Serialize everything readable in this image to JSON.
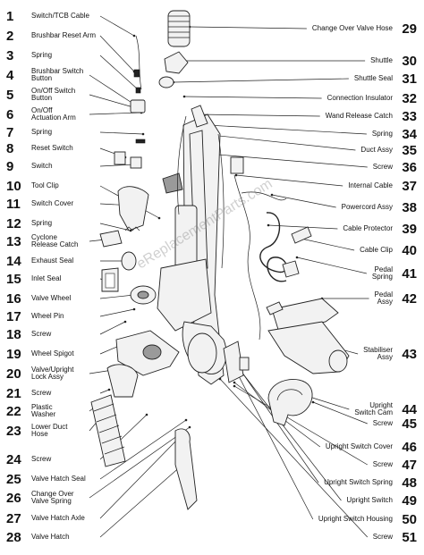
{
  "watermark": "eReplacementParts.com",
  "parts_left": [
    {
      "num": "1",
      "name": "Switch/TCB Cable"
    },
    {
      "num": "2",
      "name": "Brushbar Reset Arm"
    },
    {
      "num": "3",
      "name": "Spring"
    },
    {
      "num": "4",
      "name": "Brushbar Switch\nButton"
    },
    {
      "num": "5",
      "name": "On/Off Switch\nButton"
    },
    {
      "num": "6",
      "name": "On/Off\nActuation Arm"
    },
    {
      "num": "7",
      "name": "Spring"
    },
    {
      "num": "8",
      "name": "Reset Switch"
    },
    {
      "num": "9",
      "name": "Switch"
    },
    {
      "num": "10",
      "name": "Tool Clip"
    },
    {
      "num": "11",
      "name": "Switch Cover"
    },
    {
      "num": "12",
      "name": "Spring"
    },
    {
      "num": "13",
      "name": "Cyclone\nRelease Catch"
    },
    {
      "num": "14",
      "name": "Exhaust Seal"
    },
    {
      "num": "15",
      "name": "Inlet Seal"
    },
    {
      "num": "16",
      "name": "Valve Wheel"
    },
    {
      "num": "17",
      "name": "Wheel Pin"
    },
    {
      "num": "18",
      "name": "Screw"
    },
    {
      "num": "19",
      "name": "Wheel Spigot"
    },
    {
      "num": "20",
      "name": "Valve/Upright\nLock Assy"
    },
    {
      "num": "21",
      "name": "Screw"
    },
    {
      "num": "22",
      "name": "Plastic\nWasher"
    },
    {
      "num": "23",
      "name": "Lower Duct\nHose"
    },
    {
      "num": "24",
      "name": "Screw"
    },
    {
      "num": "25",
      "name": "Valve Hatch Seal"
    },
    {
      "num": "26",
      "name": "Change Over\nValve Spring"
    },
    {
      "num": "27",
      "name": "Valve Hatch Axle"
    },
    {
      "num": "28",
      "name": "Valve Hatch"
    }
  ],
  "parts_right": [
    {
      "num": "29",
      "name": "Change Over Valve Hose"
    },
    {
      "num": "30",
      "name": "Shuttle"
    },
    {
      "num": "31",
      "name": "Shuttle Seal"
    },
    {
      "num": "32",
      "name": "Connection Insulator"
    },
    {
      "num": "33",
      "name": "Wand Release Catch"
    },
    {
      "num": "34",
      "name": "Spring"
    },
    {
      "num": "35",
      "name": "Duct Assy"
    },
    {
      "num": "36",
      "name": "Screw"
    },
    {
      "num": "37",
      "name": "Internal Cable"
    },
    {
      "num": "38",
      "name": "Powercord Assy"
    },
    {
      "num": "39",
      "name": "Cable Protector"
    },
    {
      "num": "40",
      "name": "Cable Clip"
    },
    {
      "num": "41",
      "name": "Pedal\nSpring"
    },
    {
      "num": "42",
      "name": "Pedal\nAssy"
    },
    {
      "num": "43",
      "name": "Stabiliser\nAssy"
    },
    {
      "num": "44",
      "name": "Upright\nSwitch Cam"
    },
    {
      "num": "45",
      "name": "Screw"
    },
    {
      "num": "46",
      "name": "Upright Switch Cover"
    },
    {
      "num": "47",
      "name": "Screw"
    },
    {
      "num": "48",
      "name": "Upright Switch Spring"
    },
    {
      "num": "49",
      "name": "Upright Switch"
    },
    {
      "num": "50",
      "name": "Upright Switch Housing"
    },
    {
      "num": "51",
      "name": "Screw"
    }
  ]
}
